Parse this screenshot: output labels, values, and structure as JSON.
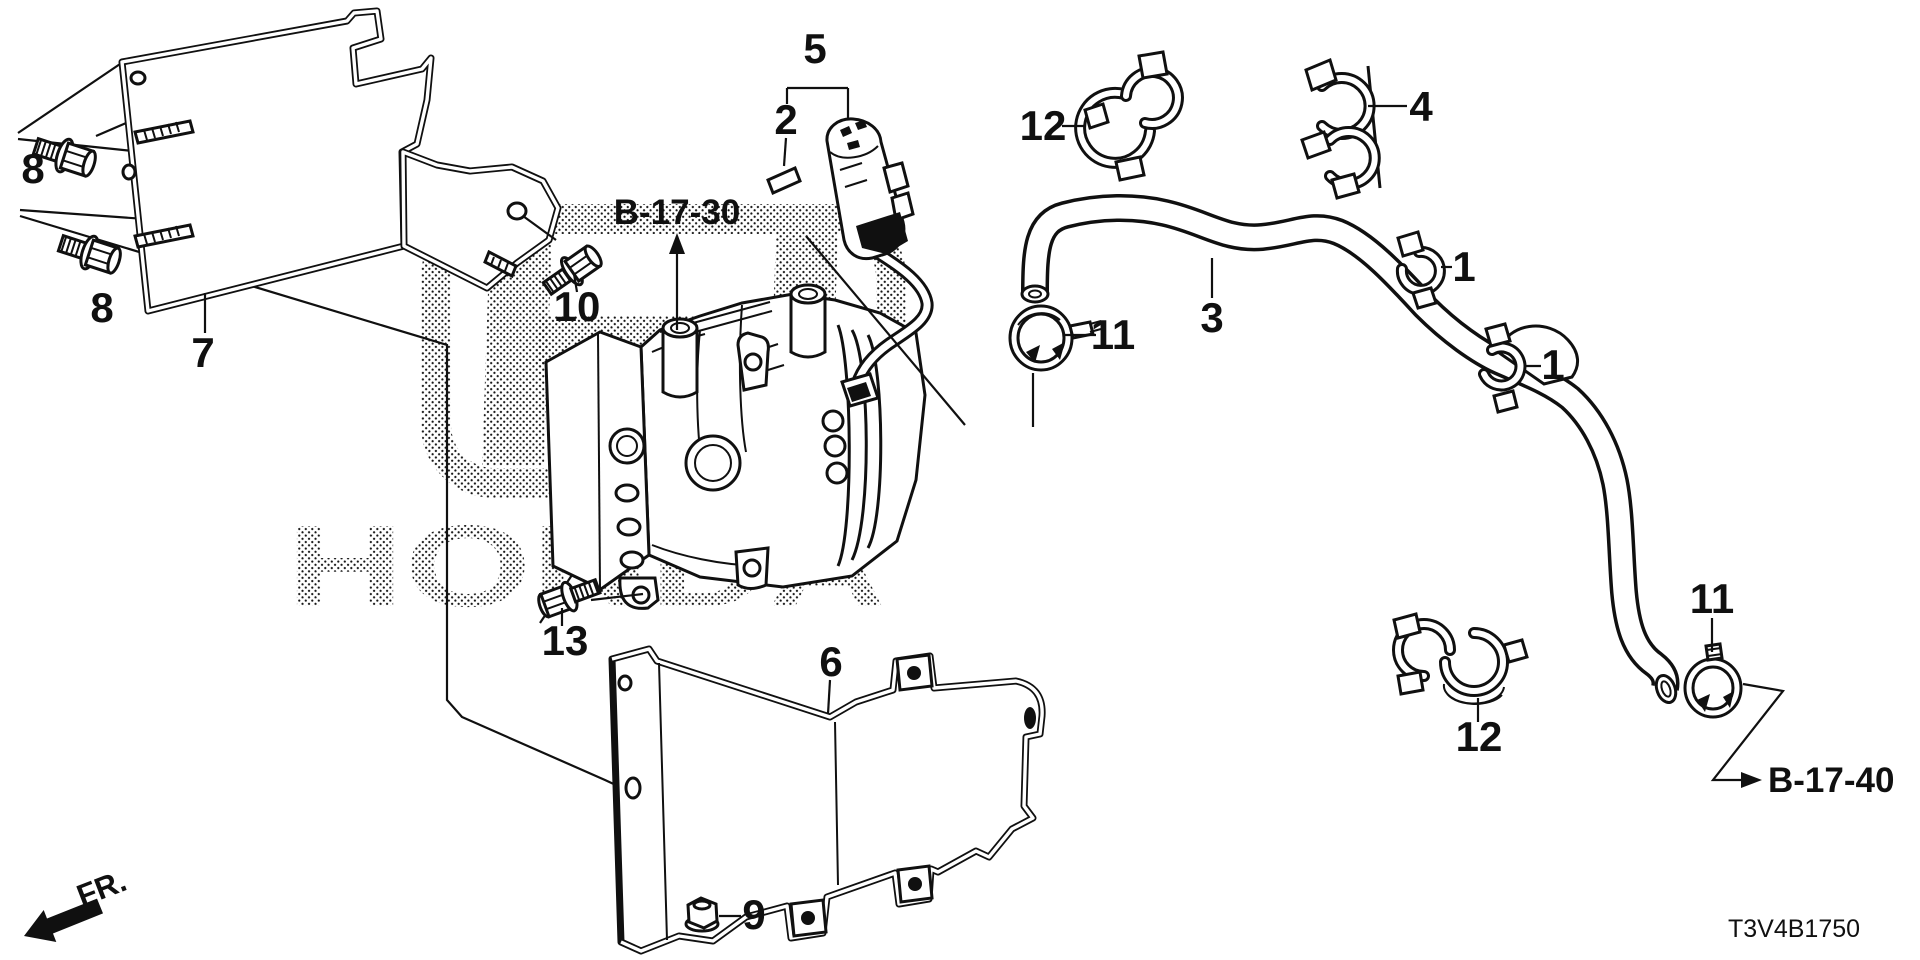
{
  "diagram": {
    "code": "T3V4B1750",
    "watermark": "HONDA",
    "front_marker": "FR.",
    "references": [
      {
        "label": "B-17-30"
      },
      {
        "label": "B-17-40"
      }
    ],
    "callouts": [
      {
        "label": "8"
      },
      {
        "label": "8"
      },
      {
        "label": "7"
      },
      {
        "label": "10"
      },
      {
        "label": "2"
      },
      {
        "label": "5"
      },
      {
        "label": "12"
      },
      {
        "label": "4"
      },
      {
        "label": "1"
      },
      {
        "label": "1"
      },
      {
        "label": "3"
      },
      {
        "label": "11"
      },
      {
        "label": "13"
      },
      {
        "label": "6"
      },
      {
        "label": "9"
      },
      {
        "label": "12"
      },
      {
        "label": "11"
      }
    ]
  }
}
